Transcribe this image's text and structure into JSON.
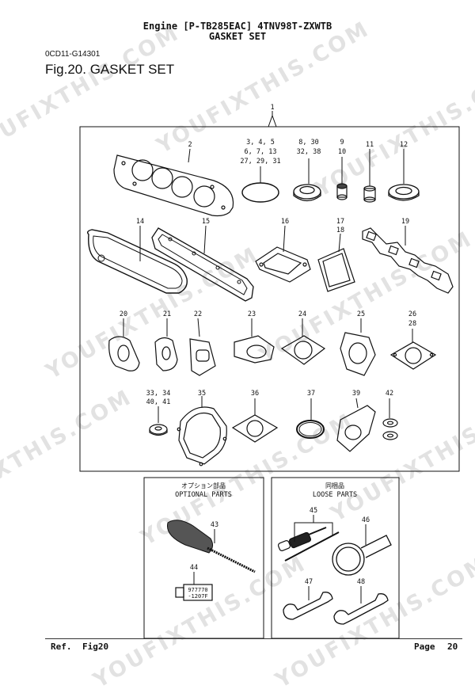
{
  "header": {
    "line1": "Engine [P-TB285EAC]  4TNV98T-ZXWTB",
    "line2": "GASKET SET"
  },
  "doc_id": "0CD11-G14301",
  "figure_title": "Fig.20.  GASKET SET",
  "footer": {
    "ref_label": "Ref.",
    "fig_label": "Fig20",
    "page_label": "Page",
    "page_number": "20"
  },
  "watermark_text": "YOUFIXTHIS.COM",
  "callouts": {
    "c1": "1",
    "c2": "2",
    "c3a": "3, 4, 5",
    "c3b": "6, 7, 13",
    "c3c": "27, 29, 31",
    "c8a": "8, 30",
    "c8b": "32, 38",
    "c9a": "9",
    "c9b": "10",
    "c11": "11",
    "c12": "12",
    "c14": "14",
    "c15": "15",
    "c16": "16",
    "c17a": "17",
    "c17b": "18",
    "c19": "19",
    "c20": "20",
    "c21": "21",
    "c22": "22",
    "c23": "23",
    "c24": "24",
    "c25": "25",
    "c26a": "26",
    "c26b": "28",
    "c33a": "33, 34",
    "c33b": "40, 41",
    "c35": "35",
    "c36": "36",
    "c37": "37",
    "c39": "39",
    "c42": "42",
    "c43": "43",
    "c44": "44",
    "c45": "45",
    "c46": "46",
    "c47": "47",
    "c48": "48"
  },
  "boxes": {
    "optional_jp": "オプション部品",
    "optional_en": "OPTIONAL PARTS",
    "loose_jp": "同梱品",
    "loose_en": "LOOSE PARTS"
  },
  "tube_label": {
    "line1": "977770",
    "line2": "-1207F"
  }
}
